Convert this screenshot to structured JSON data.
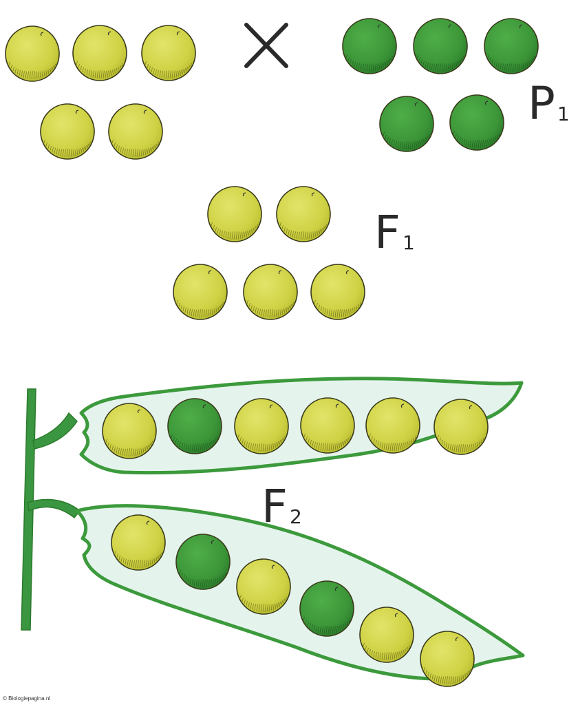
{
  "labels": {
    "p1": {
      "letter": "P",
      "index": "1"
    },
    "f1": {
      "letter": "F",
      "index": "1"
    },
    "f2": {
      "letter": "F",
      "index": "2"
    }
  },
  "cross_symbol": "cross-icon",
  "credit": "© Biologiepagina.nl",
  "colors": {
    "yellow_pea": "#c8cc3c",
    "yellow_pea_light": "#dadd58",
    "green_pea": "#3f9a3a",
    "green_pea_dark": "#2c7a2c",
    "pod_outline": "#3c9a3c",
    "pod_fill": "#e4f4ec",
    "stem": "#3a9640",
    "outline": "#3a3a1c"
  },
  "groups": {
    "parent_yellow": [
      "yellow",
      "yellow",
      "yellow",
      "yellow",
      "yellow"
    ],
    "parent_green": [
      "green",
      "green",
      "green",
      "green",
      "green"
    ],
    "f1": [
      "yellow",
      "yellow",
      "yellow",
      "yellow",
      "yellow"
    ],
    "f2_pod_top": [
      "yellow",
      "green",
      "yellow",
      "yellow",
      "yellow",
      "yellow"
    ],
    "f2_pod_bottom": [
      "yellow",
      "green",
      "yellow",
      "green",
      "yellow",
      "yellow"
    ]
  }
}
